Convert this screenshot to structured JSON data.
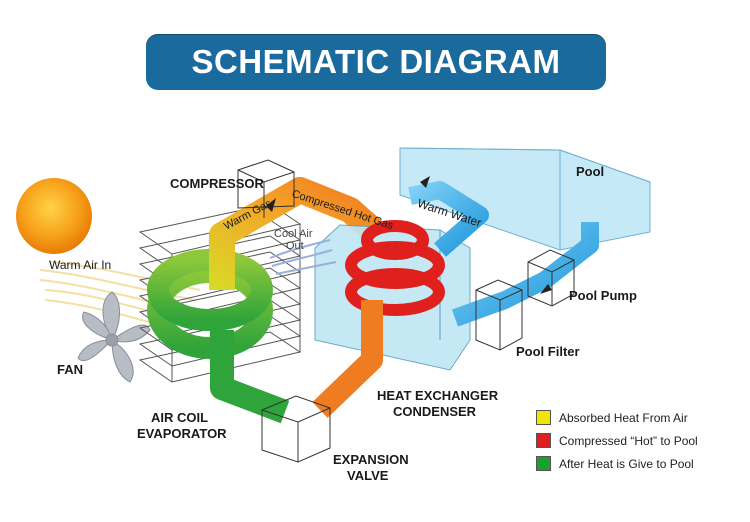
{
  "title": "SCHEMATIC DIAGRAM",
  "labels": {
    "compressor": "COMPRESSOR",
    "warm_gas": "Warm Gas",
    "compressed_hot_gas": "Compressed Hot Gas",
    "cool_air_out_1": "Cool Air",
    "cool_air_out_2": "Out",
    "warm_air_in": "Warm Air In",
    "fan": "FAN",
    "air_coil_1": "AIR COIL",
    "air_coil_2": "EVAPORATOR",
    "heat_exchanger_1": "HEAT EXCHANGER",
    "heat_exchanger_2": "CONDENSER",
    "expansion_1": "EXPANSION",
    "expansion_2": "VALVE",
    "warm_water": "Warm Water",
    "pool": "Pool",
    "pool_pump": "Pool Pump",
    "pool_filter": "Pool Filter"
  },
  "legend": [
    {
      "label": "Absorbed Heat From Air",
      "color": "#f2e600"
    },
    {
      "label": "Compressed “Hot” to Pool",
      "color": "#e02020"
    },
    {
      "label": "After Heat is Give to Pool",
      "color": "#19a030"
    }
  ],
  "colors": {
    "banner": "#1b6a9e",
    "pipe_green": "#3daa3a",
    "pipe_yellow": "#d6d62a",
    "pipe_orange": "#f08a24",
    "coil_red": "#e0201c",
    "water_blue": "#36aee8",
    "tank_blue": "#bfe6f5",
    "sun": "#f59a10"
  }
}
